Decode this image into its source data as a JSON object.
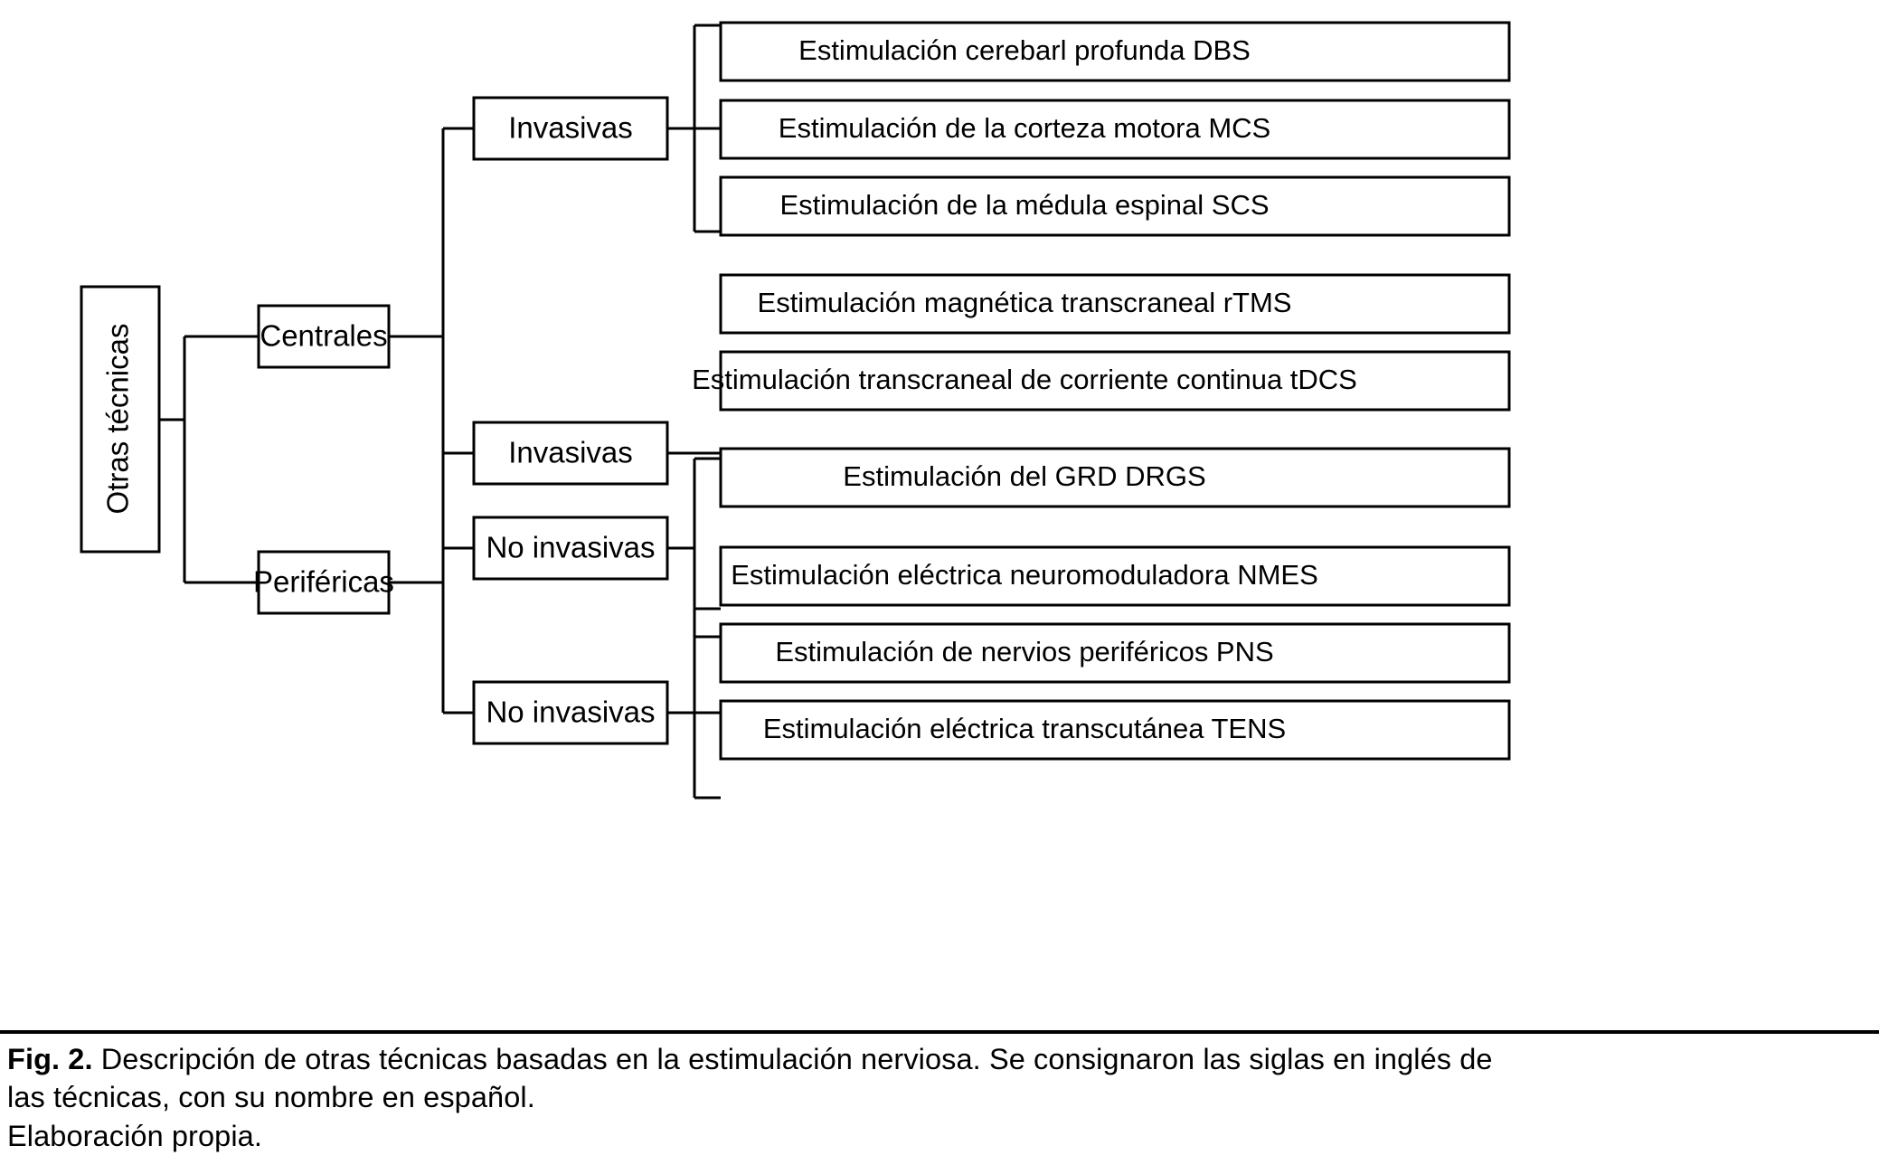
{
  "figure": {
    "root": {
      "label": "Otras técnicas"
    },
    "branches": [
      {
        "label": "Centrales",
        "groups": [
          {
            "label": "Invasivas",
            "leaves": [
              "Estimulación cerebarl profunda DBS",
              "Estimulación de la corteza motora MCS",
              "Estimulación de la médula espinal SCS"
            ]
          },
          {
            "label": "No invasivas",
            "leaves": [
              "Estimulación magnética transcraneal rTMS",
              "Estimulación transcraneal de corriente continua tDCS"
            ]
          }
        ]
      },
      {
        "label": "Periféricas",
        "groups": [
          {
            "label": "Invasivas",
            "leaves": [
              "Estimulación del GRD DRGS"
            ]
          },
          {
            "label": "No invasivas",
            "leaves": [
              "Estimulación eléctrica neuromoduladora NMES",
              "Estimulación de nervios periféricos PNS",
              "Estimulación eléctrica transcutánea TENS"
            ]
          }
        ]
      }
    ]
  },
  "caption": {
    "fig_label": "Fig. 2.",
    "line1": " Descripción de otras técnicas basadas en la estimulación nerviosa. Se consignaron las siglas en inglés de",
    "line2": "las técnicas, con su nombre en español.",
    "line3": "Elaboración propia."
  },
  "colors": {
    "stroke": "#000000",
    "fill": "#ffffff",
    "text": "#000000"
  }
}
